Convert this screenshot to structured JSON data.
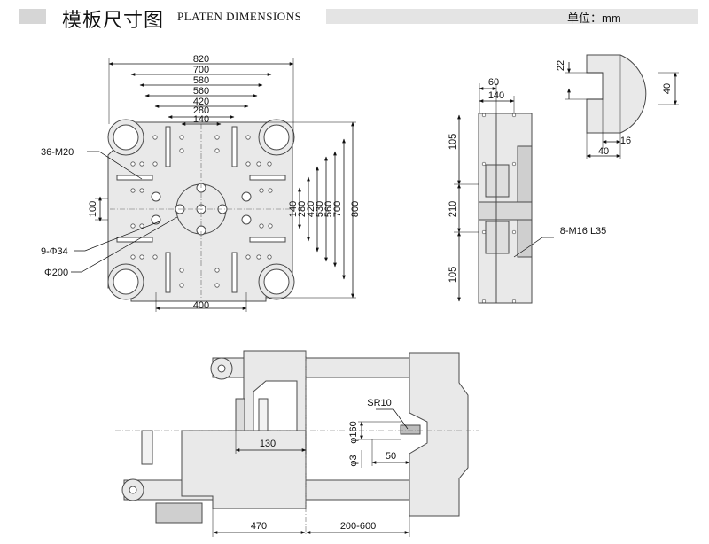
{
  "header": {
    "title_cn": "模板尺寸图",
    "title_en": "PLATEN DIMENSIONS",
    "unit": "单位：mm"
  },
  "front_view": {
    "top_dims": [
      "820",
      "700",
      "580",
      "560",
      "420",
      "280",
      "140"
    ],
    "bottom_dim": "400",
    "right_dims": [
      "140",
      "280",
      "420",
      "530",
      "560",
      "700",
      "800"
    ],
    "left_dim": "100",
    "callouts": {
      "tapped_holes": "36-M20",
      "through_holes": "9-Φ34",
      "center_bore": "Φ200"
    }
  },
  "side_view": {
    "top_dims": [
      "60",
      "140"
    ],
    "left_dims": [
      "105",
      "210",
      "105"
    ],
    "callout": "8-M16 L35"
  },
  "detail_view": {
    "dims": [
      "22",
      "40",
      "16",
      "40"
    ]
  },
  "bottom_view": {
    "dims": {
      "sr": "SR10",
      "phi160": "φ160",
      "phi3": "φ3",
      "d50": "50",
      "d130": "130",
      "d470": "470",
      "stroke": "200-600"
    }
  },
  "colors": {
    "fill": "#e9e9e9",
    "line": "#4a4a4a",
    "dim": "#111111",
    "header_block": "#d6d6d6"
  }
}
